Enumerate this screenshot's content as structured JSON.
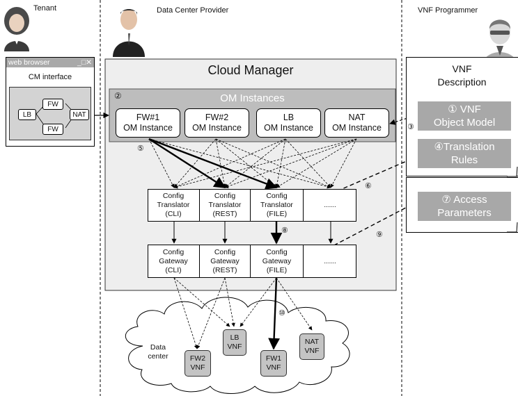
{
  "actors": {
    "tenant": "Tenant",
    "provider": "Data Center Provider",
    "programmer": "VNF Programmer"
  },
  "browser": {
    "titlebar": "web browser",
    "controls": "_□✕",
    "panel_title": "CM interface",
    "nodes": {
      "fw_top": "FW",
      "lb": "LB",
      "nat": "NAT",
      "fw_bottom": "FW"
    }
  },
  "cloud_manager": {
    "title": "Cloud Manager",
    "om_marker": "②",
    "om_title": "OM Instances",
    "instances": [
      {
        "name": "FW#1",
        "sub": "OM Instance"
      },
      {
        "name": "FW#2",
        "sub": "OM Instance"
      },
      {
        "name": "LB",
        "sub": "OM Instance"
      },
      {
        "name": "NAT",
        "sub": "OM Instance"
      }
    ],
    "translators": [
      {
        "l1": "Config",
        "l2": "Translator",
        "l3": "(CLI)"
      },
      {
        "l1": "Config",
        "l2": "Translator",
        "l3": "(REST)"
      },
      {
        "l1": "Config",
        "l2": "Translator",
        "l3": "(FILE)"
      },
      {
        "l1": "......",
        "l2": "",
        "l3": ""
      }
    ],
    "gateways": [
      {
        "l1": "Config",
        "l2": "Gateway",
        "l3": "(CLI)"
      },
      {
        "l1": "Config",
        "l2": "Gateway",
        "l3": "(REST)"
      },
      {
        "l1": "Config",
        "l2": "Gateway",
        "l3": "(FILE)"
      },
      {
        "l1": "......",
        "l2": "",
        "l3": ""
      }
    ]
  },
  "vnf_panel": {
    "description_line1": "VNF",
    "description_line2": "Description",
    "object_model": {
      "marker": "①",
      "line1": "VNF",
      "line2": "Object Model"
    },
    "translation_rules": {
      "marker": "④",
      "line1": "Translation",
      "line2": "Rules"
    },
    "access_parameters": {
      "marker": "⑦",
      "line1": "Access",
      "line2": "Parameters"
    }
  },
  "step_markers": {
    "s3": "③",
    "s5": "⑤",
    "s6": "⑥",
    "s8": "⑧",
    "s9": "⑨",
    "s10": "⑩"
  },
  "datacenter": {
    "label_line1": "Data",
    "label_line2": "center",
    "vnfs": [
      {
        "l1": "LB",
        "l2": "VNF"
      },
      {
        "l1": "NAT",
        "l2": "VNF"
      },
      {
        "l1": "FW2",
        "l2": "VNF"
      },
      {
        "l1": "FW1",
        "l2": "VNF"
      }
    ]
  },
  "colors": {
    "om_panel": "#bdbdbd",
    "banner": "#a8a8a8",
    "cloud_manager_bg": "#eeeeee",
    "vnf_box": "#c4c4c4"
  },
  "icons": [
    "tenant-avatar-icon",
    "provider-avatar-icon",
    "programmer-avatar-icon",
    "data-center-cloud-icon"
  ]
}
